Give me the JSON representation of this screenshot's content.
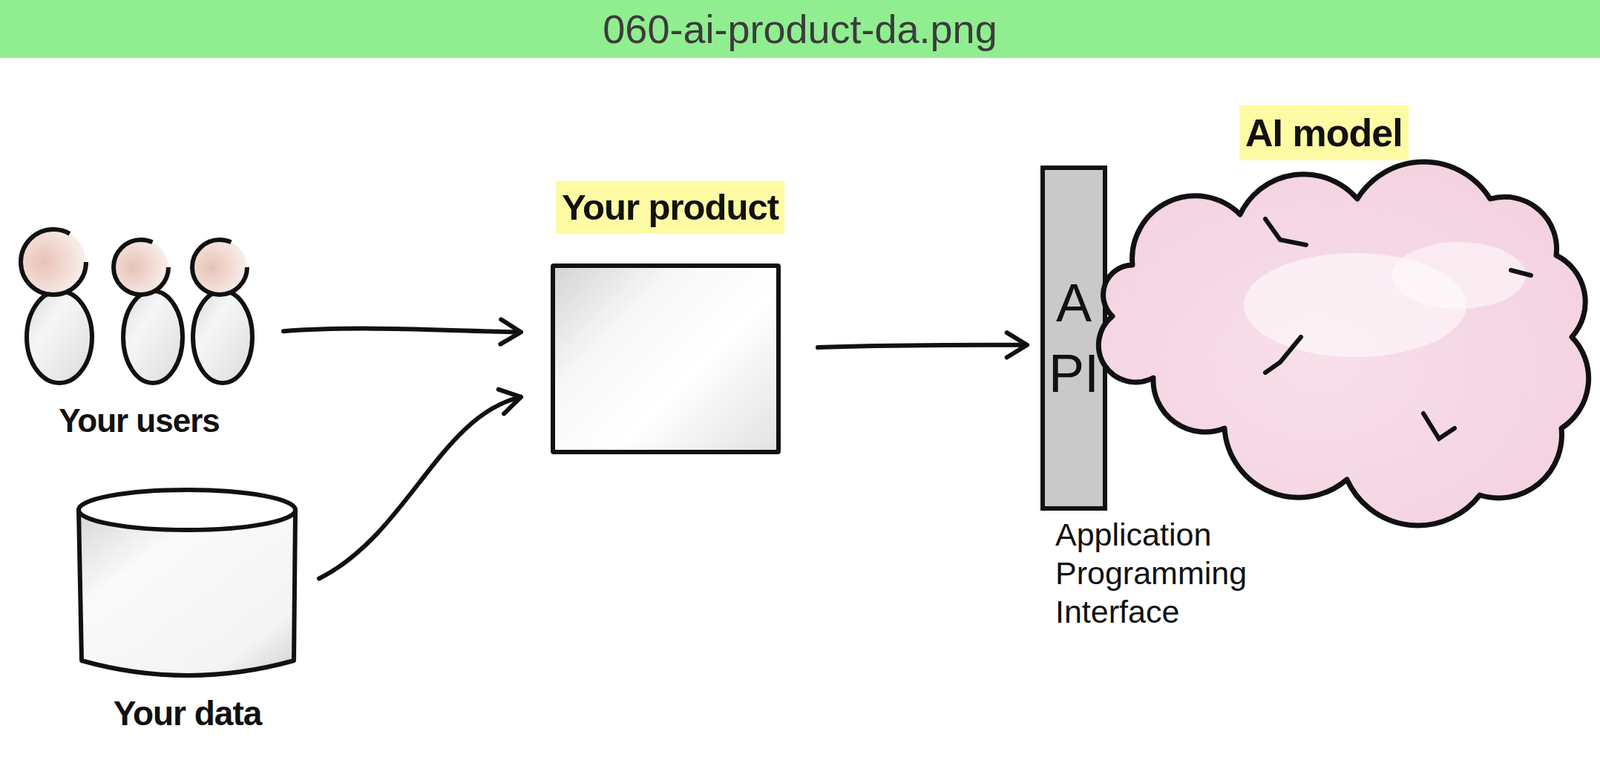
{
  "diagram": {
    "title": "060-ai-product-da.png",
    "nodes": [
      {
        "text": [
          "Your users"
        ]
      },
      {
        "text": [
          "Your data"
        ]
      },
      {
        "text": [
          "Your product"
        ]
      },
      {
        "text": [
          "API",
          "Application Programming Interface"
        ]
      },
      {
        "text": [
          "AI model"
        ]
      }
    ],
    "edges": [
      {
        "from": 0,
        "to": 2,
        "arrow": "to"
      },
      {
        "from": 1,
        "to": 2,
        "arrow": "to"
      },
      {
        "from": 2,
        "to": 3,
        "arrow": "to"
      }
    ]
  }
}
